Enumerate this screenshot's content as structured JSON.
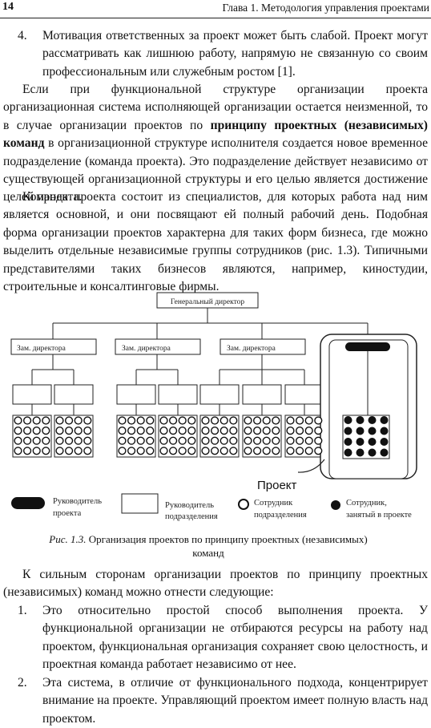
{
  "header": {
    "page_number": "14",
    "running_title": "Глава 1. Методология управления проектами"
  },
  "item4": {
    "number": "4.",
    "text": "Мотивация ответственных за проект может быть слабой. Проект могут рассматривать как лишнюю работу, напрямую не связанную со своим профессиональным или служебным ростом [1]."
  },
  "para1": {
    "before": "Если при функциональной структуре организации проекта организационная система исполняющей организации остается неизменной, то в случае организации проектов по ",
    "bold": "принципу проектных (независимых) команд",
    "after": " в организационной структуре исполнителя создается новое временное подразделение (команда проекта). Это подразделение действует независимо от существующей организационной структуры и его целью является достижение целей проекта."
  },
  "para2": "Команда проекта состоит из специалистов, для которых работа над ним является основной, и они посвящают ей полный рабочий день. Подобная форма организации проектов характерна для таких форм бизнеса, где можно выделить отдельные независимые группы сотрудников (рис. 1.3). Типичными представителями таких бизнесов являются, например, киностудии, строительные и консалтинговые фирмы.",
  "figure": {
    "director": "Генеральный директор",
    "deputy": "Зам. директора",
    "project_label": "Проект",
    "legend": {
      "manager_line1": "Руководитель",
      "manager_line2": "проекта",
      "unit_head_line1": "Руководитель",
      "unit_head_line2": "подразделения",
      "employee_line1": "Сотрудник",
      "employee_line2": "подразделения",
      "busy_line1": "Сотрудник,",
      "busy_line2": "занятый в проекте"
    }
  },
  "caption": {
    "label": "Рис. 1.3.",
    "text": " Организация проектов по принципу проектных (независимых) команд"
  },
  "para3": "К сильным сторонам организации проектов по принципу проектных (независимых) команд можно отнести следующие:",
  "list": [
    {
      "number": "1.",
      "text": "Это относительно простой способ выполнения проекта. У функциональной организации не отбираются ресурсы на работу над проектом, функциональная организация сохраняет свою целостность, и проектная команда работает независимо от нее."
    },
    {
      "number": "2.",
      "text": "Эта система, в отличие от функционального подхода, концентрирует внимание на проекте. Управляющий проектом имеет полную власть над проектом."
    }
  ]
}
